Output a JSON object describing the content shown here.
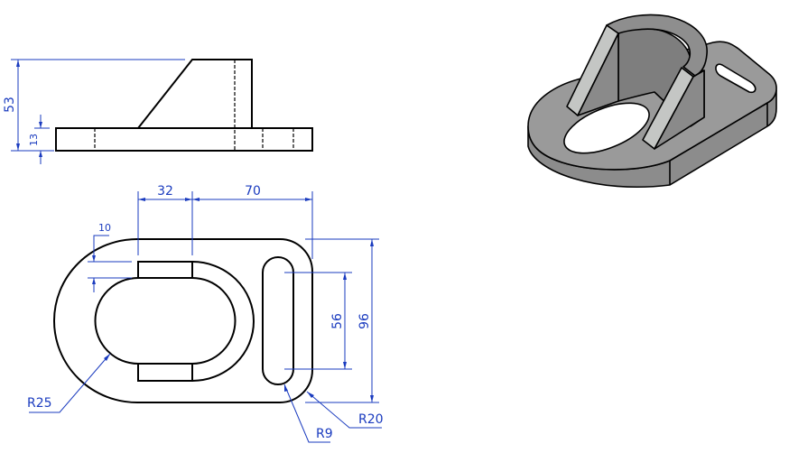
{
  "drawing": {
    "front_view": {
      "dimensions": {
        "overall_height": "53",
        "base_thickness": "13"
      }
    },
    "top_view": {
      "dimensions": {
        "rib_width": "32",
        "slot_offset": "70",
        "wall_thickness": "10",
        "slot_length": "56",
        "overall_width": "96",
        "inner_radius": "R25",
        "slot_radius": "R9",
        "corner_radius": "R20"
      }
    },
    "colors": {
      "dimension": "#1a3bbf",
      "outline": "#000000",
      "shade": "#8c8c8c",
      "rib": "#c4c6c4"
    }
  }
}
